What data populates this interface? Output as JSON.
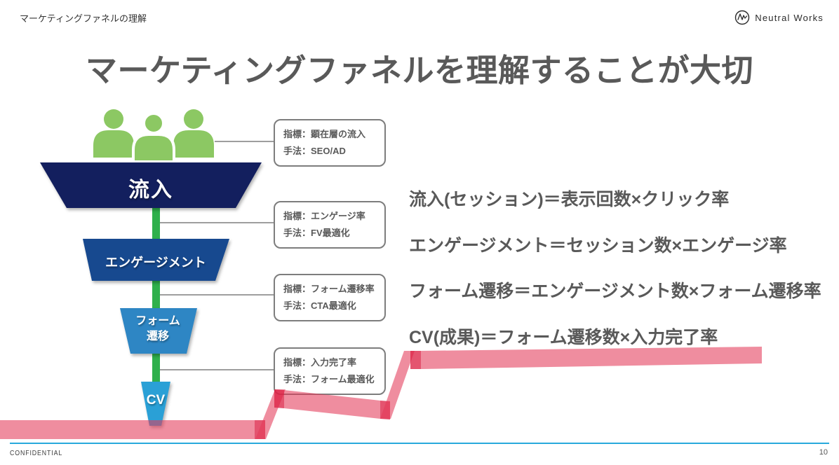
{
  "header": {
    "kicker": "マーケティングファネルの理解",
    "logo_text": "Neutral Works"
  },
  "title": "マーケティングファネルを理解することが大切",
  "icons": {
    "logo": "pulse-wave-circle-icon",
    "audience": "people-group-icon"
  },
  "funnel": {
    "stages": [
      {
        "label": "流入"
      },
      {
        "label": "エンゲージメント"
      },
      {
        "line1": "フォーム",
        "line2": "遷移"
      },
      {
        "label": "CV"
      }
    ]
  },
  "callouts": [
    {
      "metric": "指標：顕在層の流入",
      "method": "手法：SEO/AD"
    },
    {
      "metric": "指標：エンゲージ率",
      "method": "手法：FV最適化"
    },
    {
      "metric": "指標：フォーム遷移率",
      "method": "手法：CTA最適化"
    },
    {
      "metric": "指標：入力完了率",
      "method": "手法：フォーム最適化"
    }
  ],
  "equations": [
    "流入(セッション)＝表示回数×クリック率",
    "エンゲージメント＝セッション数×エンゲージ率",
    "フォーム遷移＝エンゲージメント数×フォーム遷移率",
    "CV(成果)＝フォーム遷移数×入力完了率"
  ],
  "footer": {
    "confidential": "CONFIDENTIAL",
    "page_number": "10"
  },
  "colors": {
    "funnel_stage1": "#131F5E",
    "funnel_stage2": "#17498F",
    "funnel_stage3": "#2E86C4",
    "funnel_stage4": "#2AA0D6",
    "connector_green": "#2FB04C",
    "people_green": "#8CC863",
    "staircase_pink": "#E43B5A",
    "staircase_dark": "#DC2144",
    "footer_line_blue": "#29A9DC",
    "text_gray": "#595959"
  }
}
